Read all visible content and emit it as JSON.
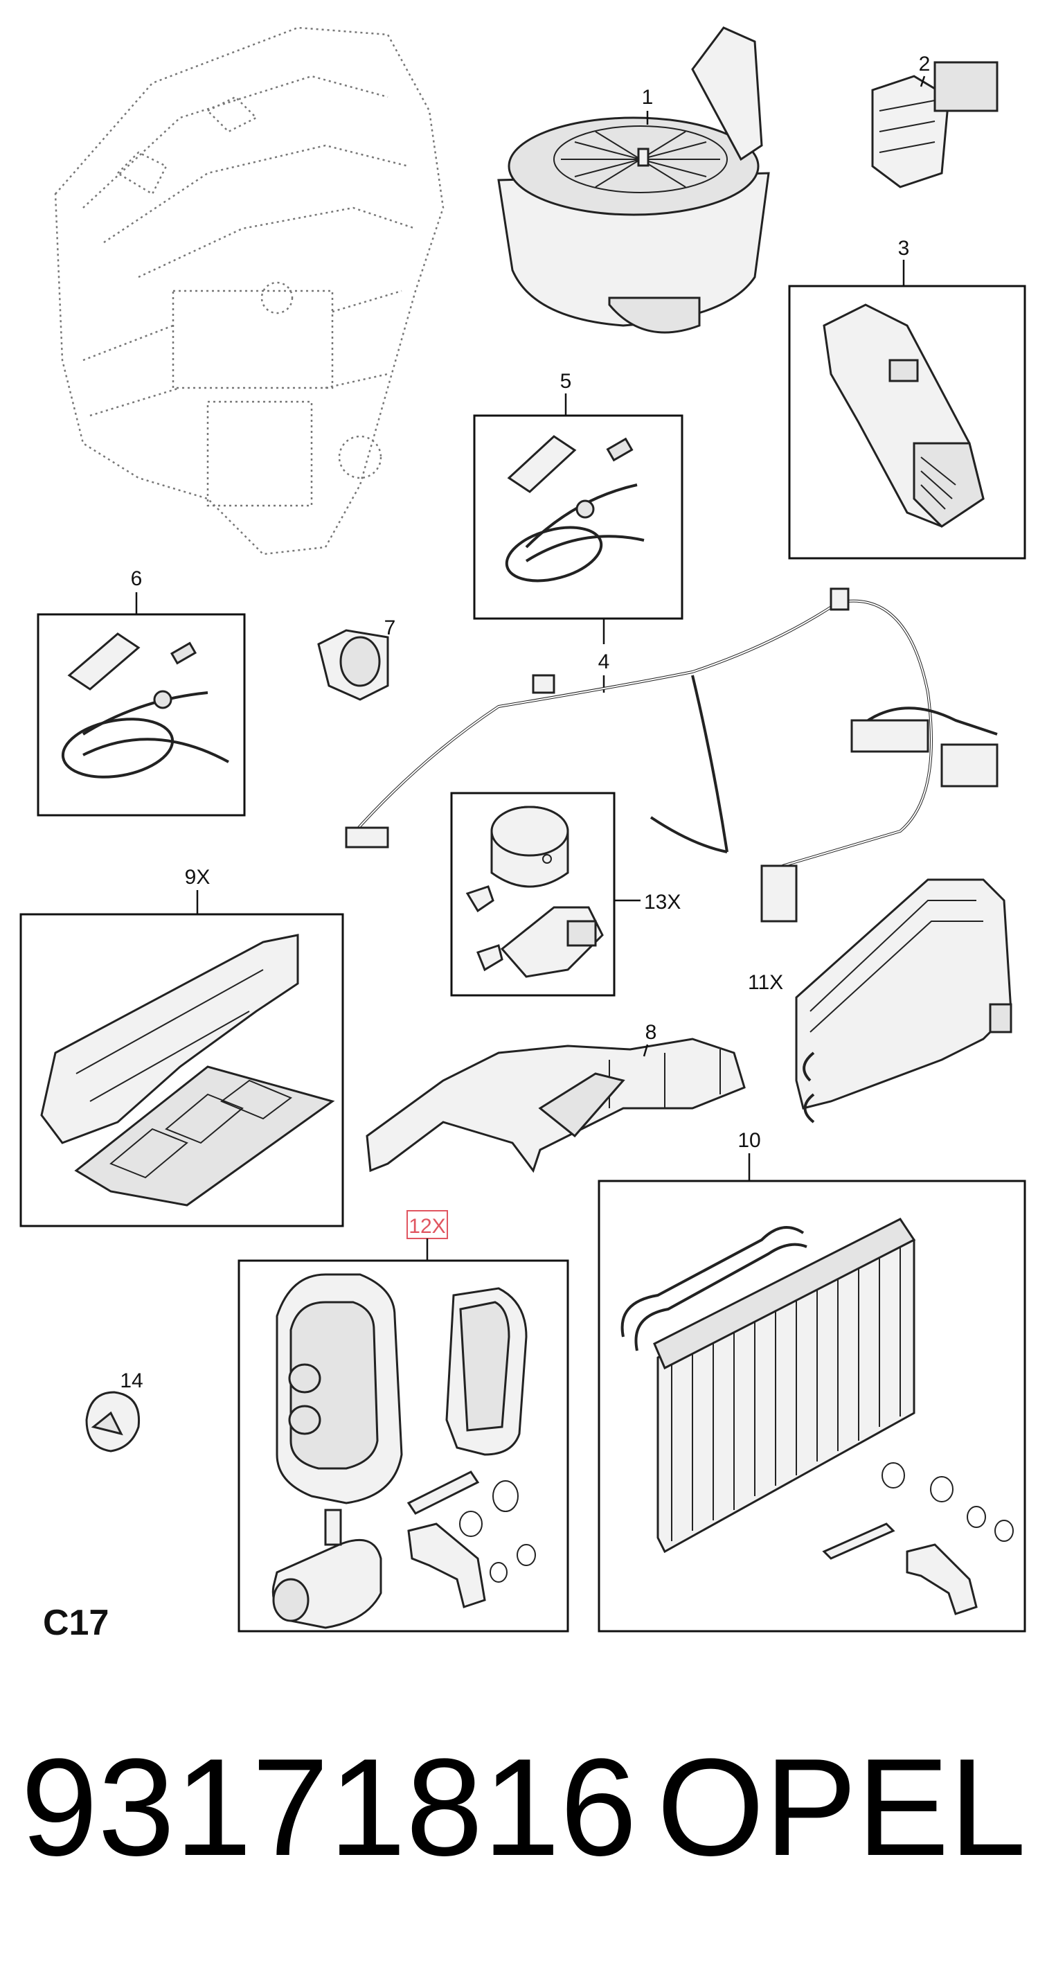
{
  "diagram": {
    "labels": {
      "p1": "1",
      "p2": "2",
      "p3": "3",
      "p4": "4",
      "p5": "5",
      "p6": "6",
      "p7": "7",
      "p8": "8",
      "p9": "9X",
      "p10": "10",
      "p11": "11X",
      "p12": "12X",
      "p13": "13X",
      "p14": "14"
    },
    "group_code": "C17",
    "highlight_color": "#e05560"
  },
  "footer": {
    "part_number": "93171816",
    "brand": "OPEL"
  }
}
